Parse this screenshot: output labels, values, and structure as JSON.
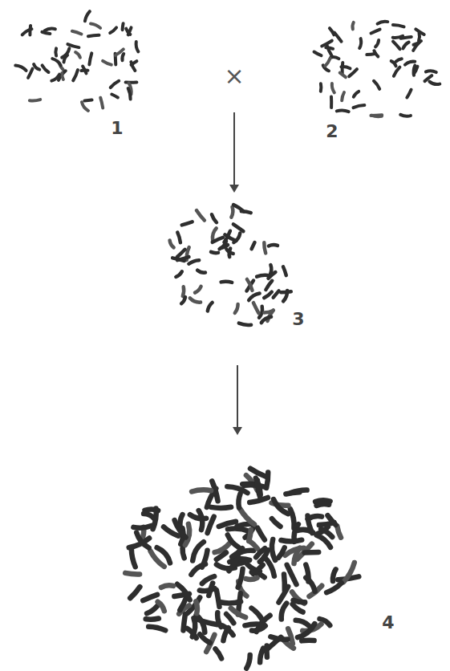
{
  "diagram": {
    "labels": [
      "1",
      "×",
      "2",
      "3",
      "4"
    ]
  }
}
